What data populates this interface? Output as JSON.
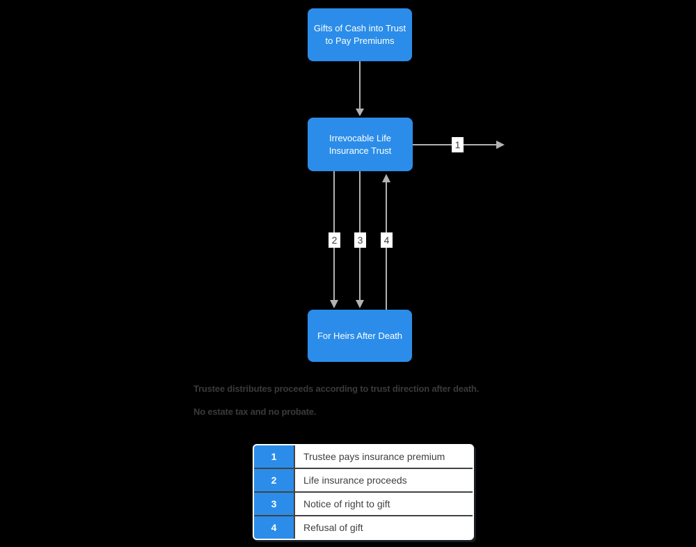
{
  "colors": {
    "background": "#000000",
    "node_fill": "#2b8de9",
    "node_text": "#ffffff",
    "arrow": "#b3b3b3",
    "note_text": "#3a3a3a",
    "legend_border": "#424242",
    "chip_background": "#ffffff"
  },
  "nodes": {
    "gifts": {
      "line1": "Gifts of Cash into Trust",
      "line2": "to Pay Premiums"
    },
    "trust": {
      "line1": "Irrevocable Life",
      "line2": "Insurance Trust"
    },
    "heirs": {
      "line1": "For Heirs After Death"
    }
  },
  "notes": [
    "Trustee distributes proceeds according to trust direction after death.",
    "No estate tax and no probate."
  ],
  "legend": {
    "rows": [
      {
        "num": "1",
        "text": "Trustee pays insurance premium"
      },
      {
        "num": "2",
        "text": "Life insurance proceeds"
      },
      {
        "num": "3",
        "text": "Notice of right to gift"
      },
      {
        "num": "4",
        "text": "Refusal of gift"
      }
    ]
  }
}
